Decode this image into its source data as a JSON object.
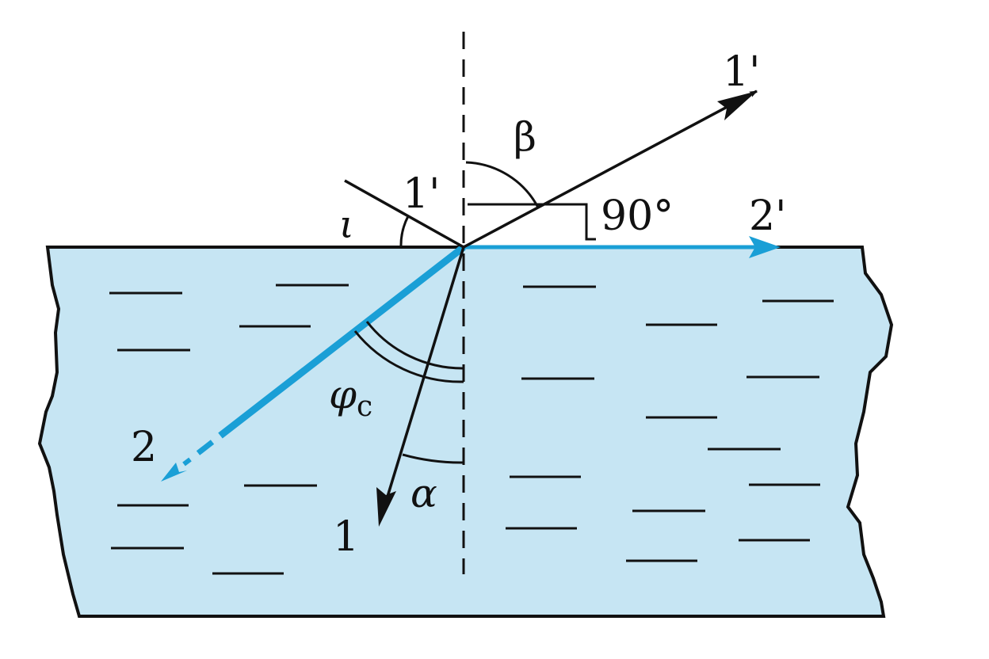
{
  "colors": {
    "water": "#c6e5f3",
    "blue_ray": "#1a9fd6",
    "ink": "#111111"
  },
  "labels": {
    "ray1_reflected_top": "1'",
    "ray1_reflected_near": "1'",
    "ray2_surface": "2'",
    "ray2_refracted": "2",
    "ray1_refracted": "1",
    "angle_beta": "β",
    "angle_iota": "ι",
    "right_angle": "90°",
    "critical_angle": "φ",
    "critical_angle_sub": "c",
    "angle_alpha": "α"
  }
}
